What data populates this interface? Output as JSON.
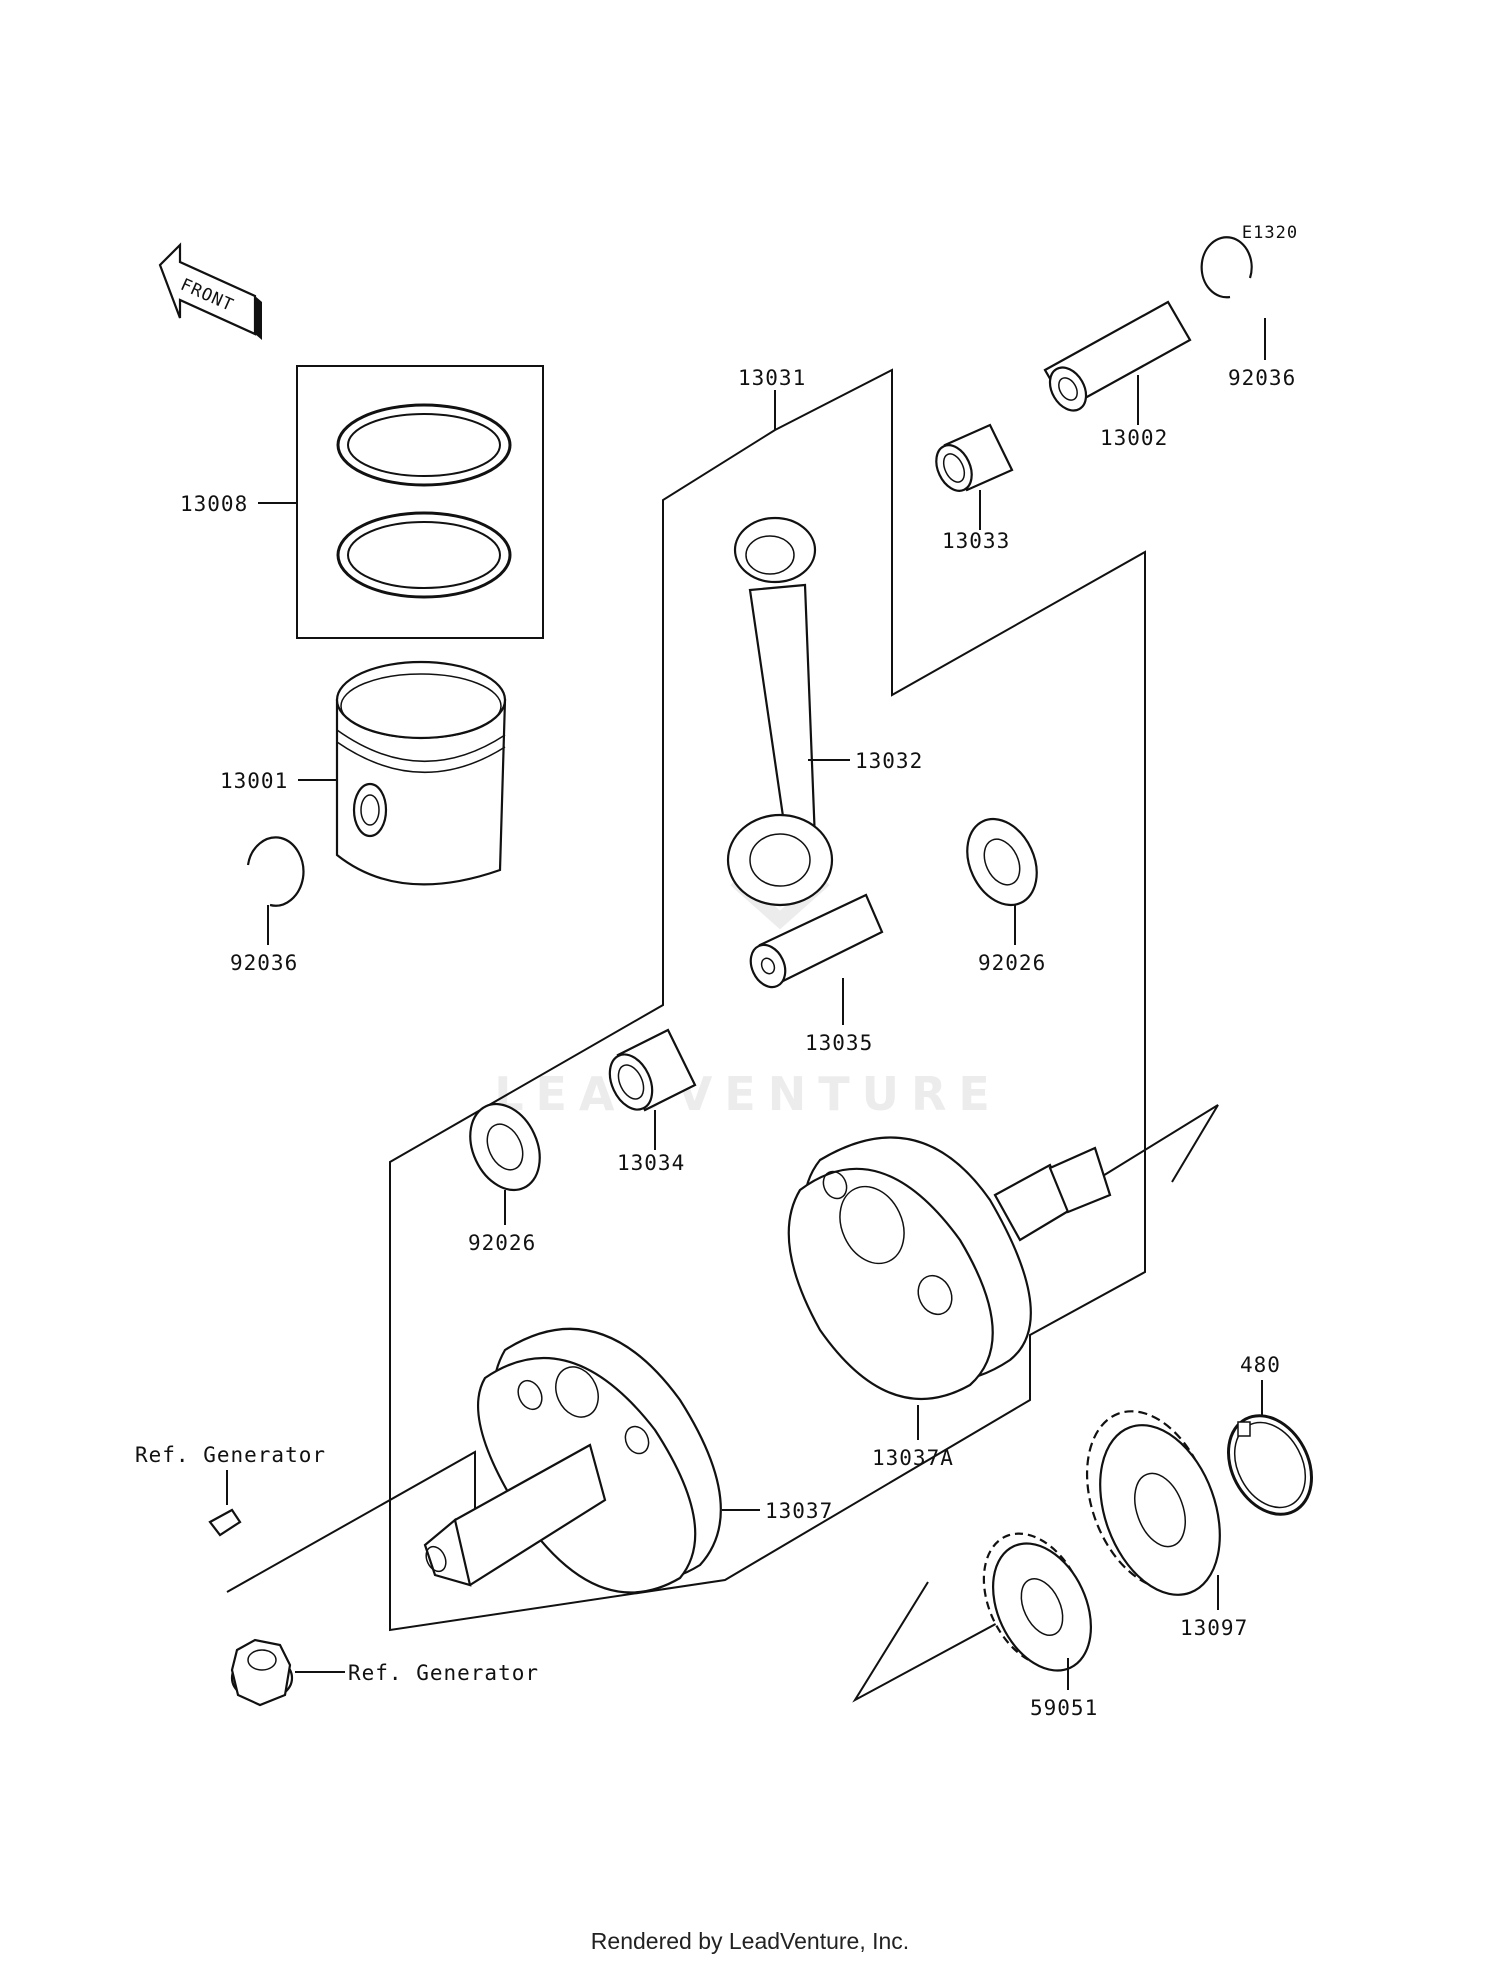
{
  "diagram_code": "E1320",
  "front_arrow_label": "FRONT",
  "watermark": "LEADVENTURE",
  "footer": "Rendered by LeadVenture, Inc.",
  "parts": {
    "piston_ring_set": "13008",
    "piston": "13001",
    "circlip_left": "92036",
    "crankshaft_assy": "13031",
    "connecting_rod": "13032",
    "needle_bearing_small": "13033",
    "piston_pin": "13002",
    "circlip_right": "92036",
    "washer_right": "92026",
    "crank_pin": "13035",
    "needle_bearing_big": "13034",
    "washer_left": "92026",
    "flywheel_right": "13037A",
    "flywheel_left": "13037",
    "snap_ring": "480",
    "gear_large": "13097",
    "gear_small": "59051",
    "ref_generator_key": "Ref. Generator",
    "ref_generator_nut": "Ref. Generator"
  }
}
